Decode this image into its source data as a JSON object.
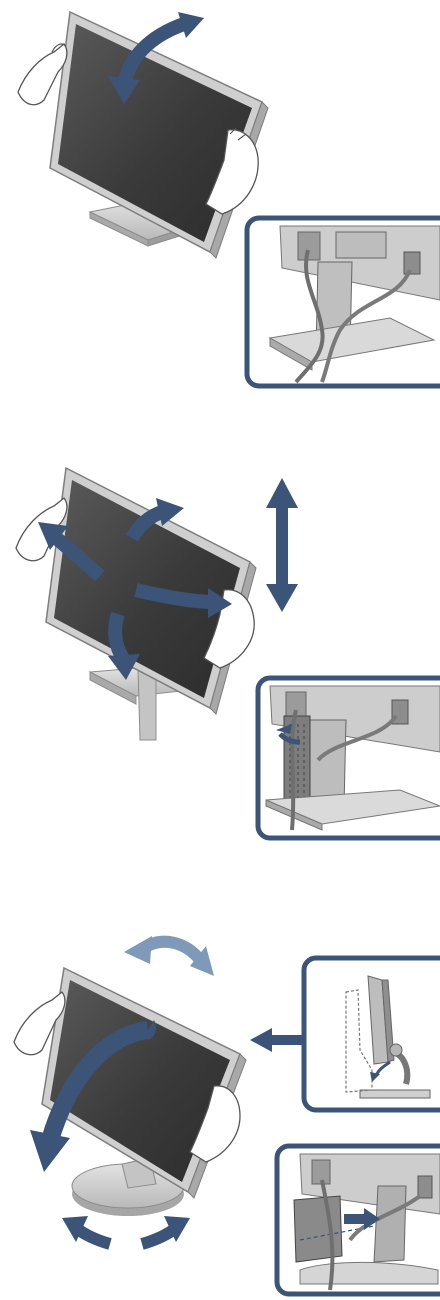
{
  "colors": {
    "arrow": "#3b5478",
    "arrow_light": "#7f9ab8",
    "frame": "#3b5478",
    "bezel": "#c9c9c9",
    "screen_dark": "#3c3c3c",
    "screen_mid": "#555555",
    "stand": "#cfcfcf",
    "detail_bg": "#e7e7e7"
  },
  "figures": [
    {
      "id": "fig-1-tilt",
      "icons": [
        "monitor-icon",
        "curved-double-arrow-icon",
        "hand-icon",
        "cable-detail-icon"
      ]
    },
    {
      "id": "fig-2-height-swivel",
      "icons": [
        "monitor-icon",
        "vertical-double-arrow-icon",
        "four-way-arrow-icon",
        "cable-holder-detail-icon"
      ]
    },
    {
      "id": "fig-3-rotate-swivel",
      "icons": [
        "monitor-icon",
        "rotate-arrow-icon",
        "swivel-arrows-icon",
        "pointer-arrow-icon",
        "stand-side-view-icon",
        "cable-clip-detail-icon"
      ]
    }
  ]
}
